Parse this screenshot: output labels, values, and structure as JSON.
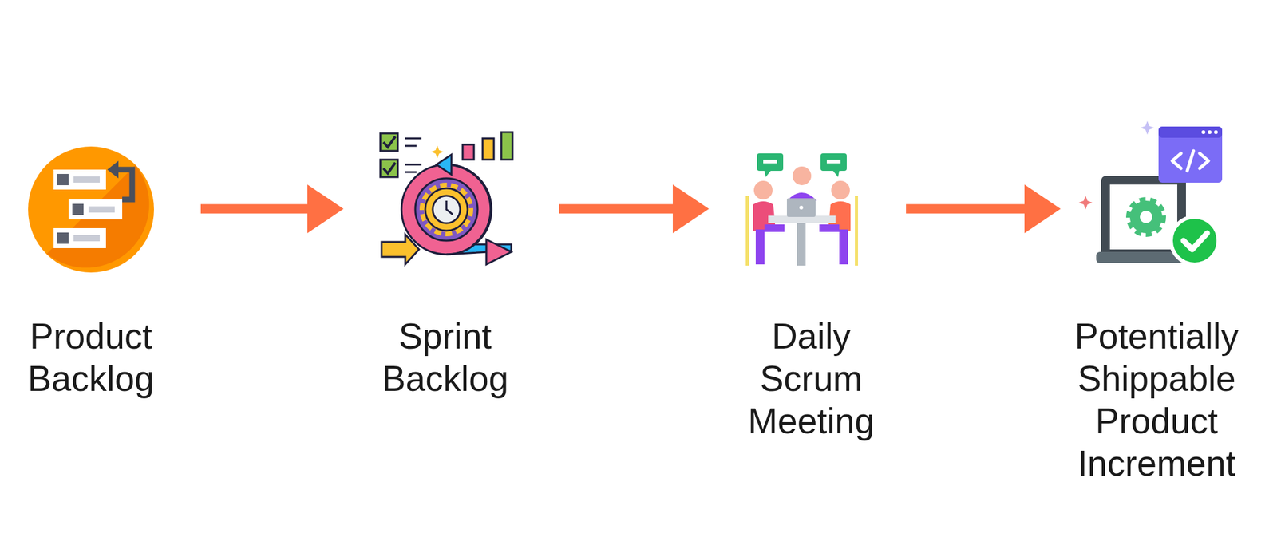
{
  "diagram": {
    "nodes": [
      {
        "text": [
          "Product Backlog"
        ]
      },
      {
        "text": [
          "Sprint Backlog"
        ]
      },
      {
        "text": [
          "Daily Scrum Meeting"
        ]
      },
      {
        "text": [
          "Potentially Shippable Product Increment"
        ]
      }
    ],
    "edges": [
      {
        "from": 0,
        "to": 1,
        "arrow": "to"
      },
      {
        "from": 1,
        "to": 2,
        "arrow": "to"
      },
      {
        "from": 2,
        "to": 3,
        "arrow": "to"
      }
    ]
  }
}
